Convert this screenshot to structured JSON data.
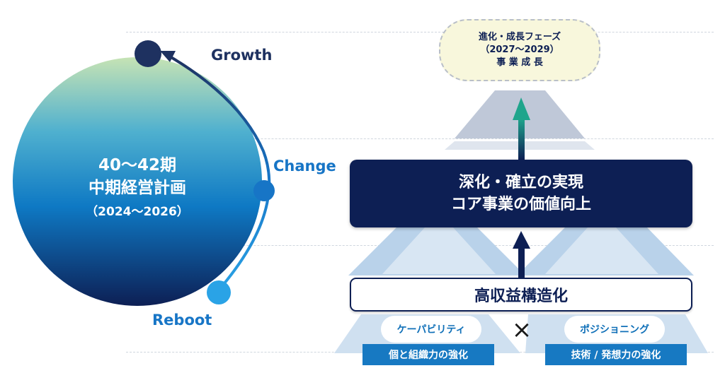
{
  "plan": {
    "line1": "40～42期",
    "line2": "中期経営計画",
    "line3": "（2024～2026）"
  },
  "stages": {
    "growth": "Growth",
    "change": "Change",
    "reboot": "Reboot"
  },
  "pyramid": {
    "top_title": "進化・成長フェーズ",
    "top_years": "（2027～2029）",
    "top_sub": "事 業 成 長",
    "middle_line1": "深化・確立の実現",
    "middle_line2": "コア事業の価値向上",
    "base": "高収益構造化",
    "left_pill": "ケーパビリティ",
    "right_pill": "ポジショニング",
    "times": "×",
    "left_tag": "個と組織力の強化",
    "right_tag": "技術 / 発想力の強化"
  },
  "colors": {
    "navy": "#0d1f54",
    "blue": "#1779c2",
    "growth_dot": "#1e3160",
    "change_dot": "#1775c6",
    "reboot_dot": "#2aa3e6",
    "arrow_up_teal": "#1fa58c"
  }
}
